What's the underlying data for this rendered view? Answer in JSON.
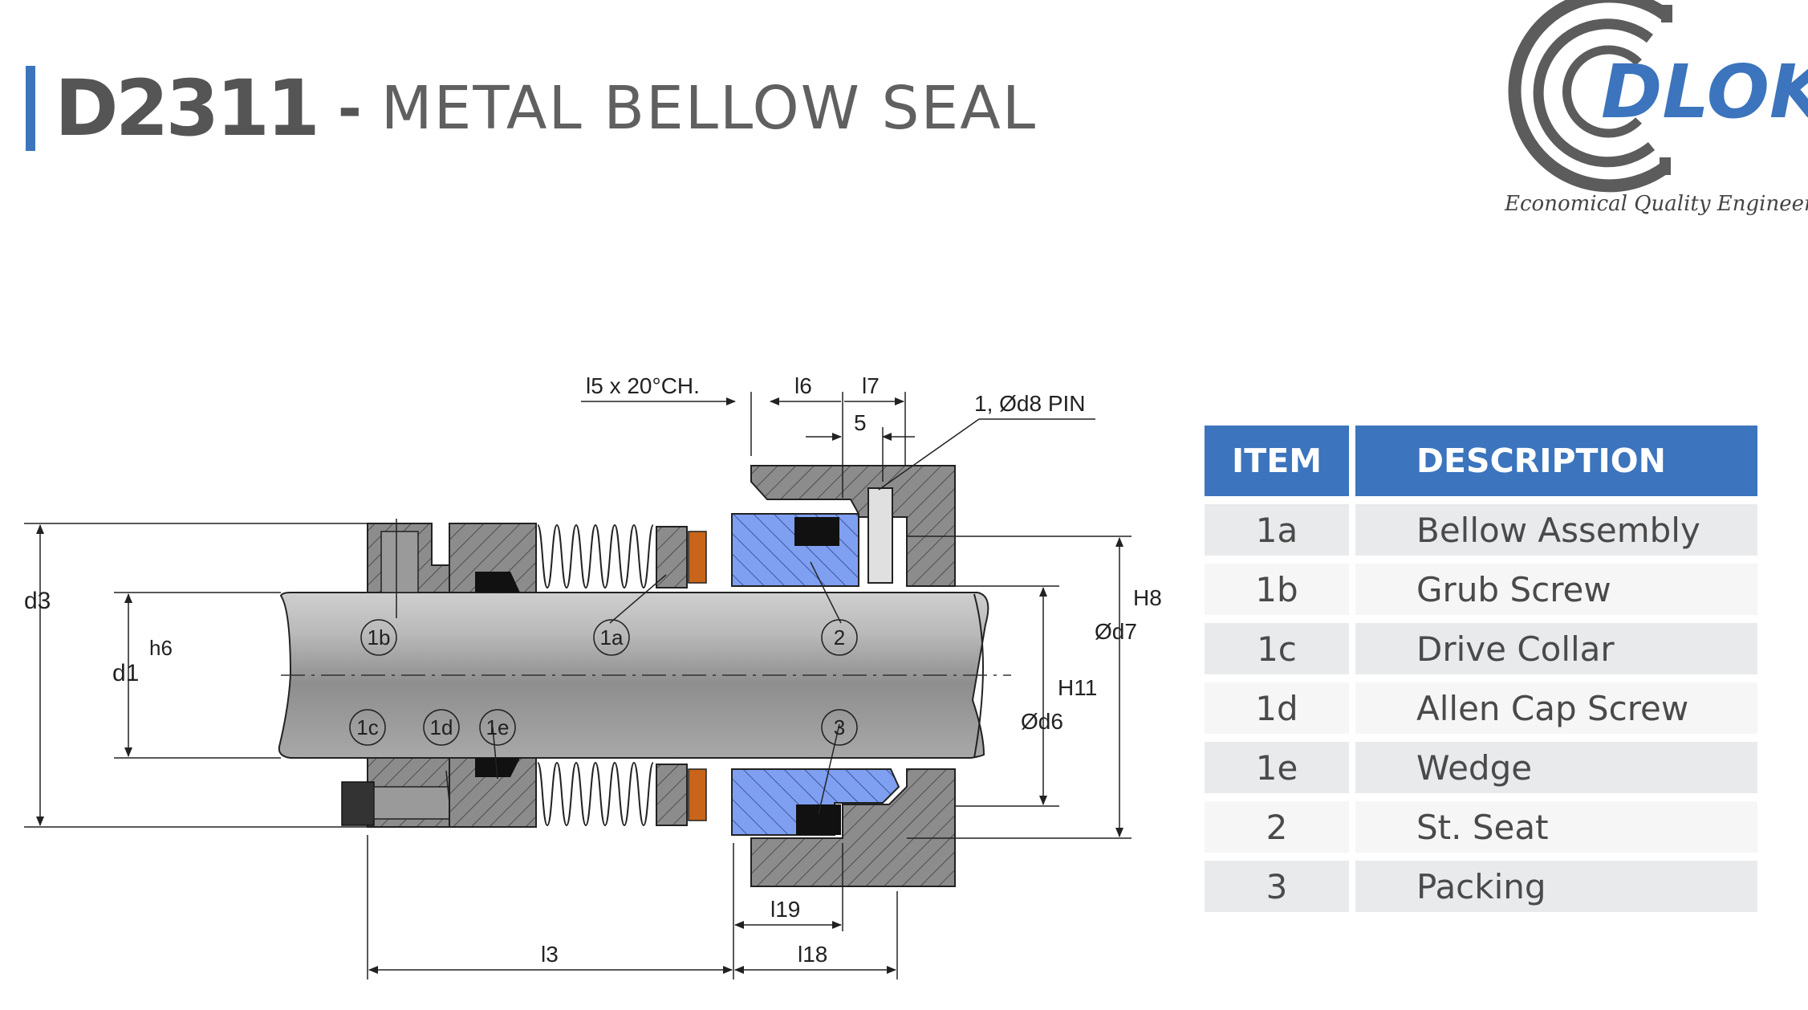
{
  "header": {
    "code": "D2311",
    "separator": "-",
    "title": "METAL BELLOW SEAL"
  },
  "logo": {
    "name": "DLOK",
    "tagline": "Economical Quality Engineering"
  },
  "diagram": {
    "dimensions": {
      "l5": "l5 x 20°CH.",
      "l6": "l6",
      "l7": "l7",
      "five": "5",
      "pin": "1, Ød8 PIN",
      "d3": "d3",
      "d1": "d1",
      "h6": "h6",
      "h8": "H8",
      "d7": "Ød7",
      "h11": "H11",
      "d6": "Ød6",
      "l19": "l19",
      "l3": "l3",
      "l18": "l18"
    },
    "callouts": {
      "c1b": "1b",
      "c1a": "1a",
      "c2": "2",
      "c1c": "1c",
      "c1d": "1d",
      "c1e": "1e",
      "c3": "3"
    }
  },
  "table": {
    "headers": {
      "item": "ITEM",
      "description": "DESCRIPTION"
    },
    "rows": [
      {
        "item": "1a",
        "description": "Bellow Assembly"
      },
      {
        "item": "1b",
        "description": "Grub Screw"
      },
      {
        "item": "1c",
        "description": "Drive Collar"
      },
      {
        "item": "1d",
        "description": "Allen Cap Screw"
      },
      {
        "item": "1e",
        "description": "Wedge"
      },
      {
        "item": "2",
        "description": "St. Seat"
      },
      {
        "item": "3",
        "description": "Packing"
      }
    ]
  },
  "colors": {
    "accent": "#3c74bd",
    "title_text": "#555555",
    "seal_blue": "#7f9ff0",
    "insert_orange": "#c8651a",
    "metal_gray": "#8a8a8a"
  }
}
